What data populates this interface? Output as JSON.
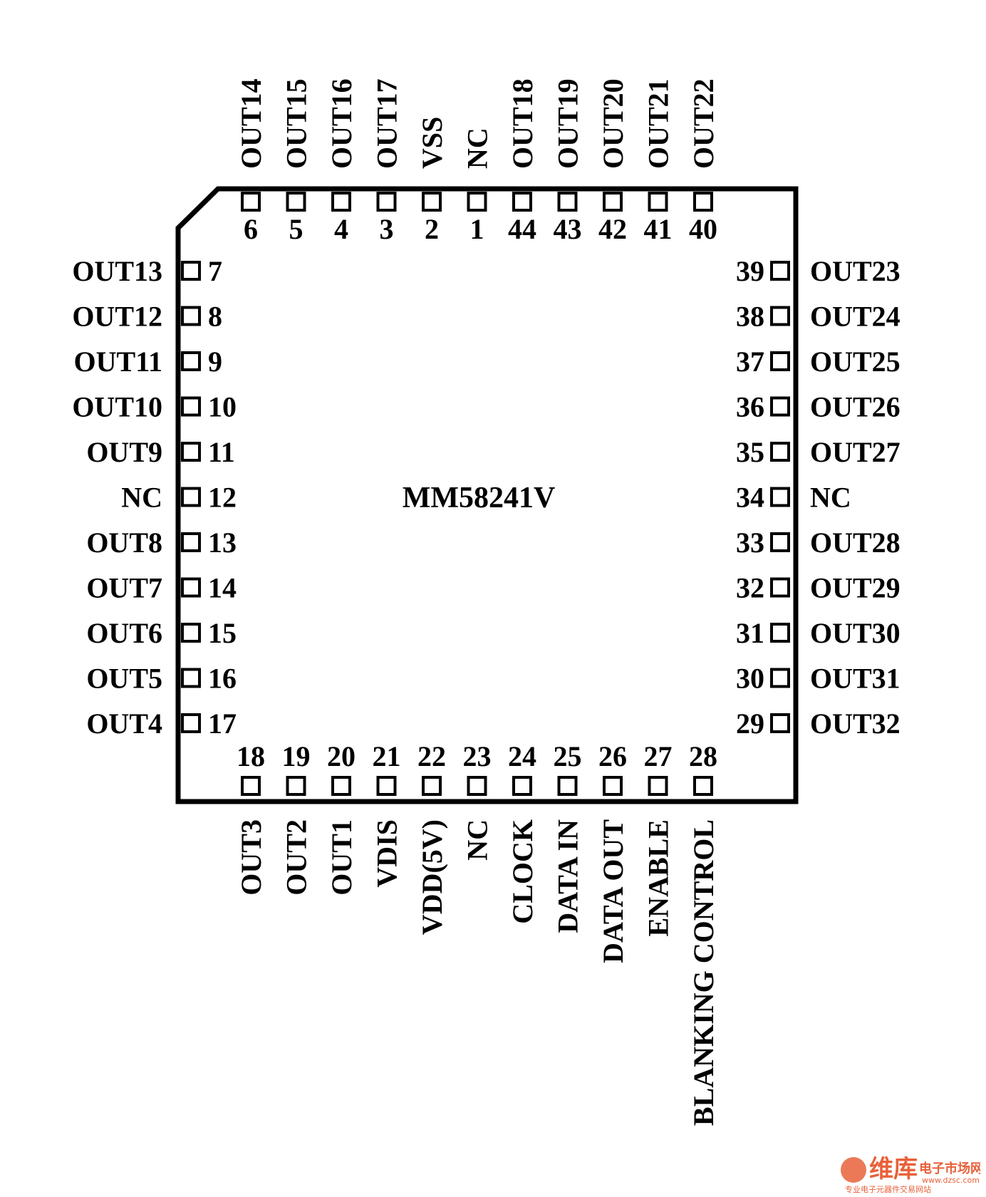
{
  "chip": {
    "part_number": "MM58241V"
  },
  "pins": [
    {
      "num": "1",
      "label": "NC"
    },
    {
      "num": "2",
      "label": "VSS"
    },
    {
      "num": "3",
      "label": "OUT17"
    },
    {
      "num": "4",
      "label": "OUT16"
    },
    {
      "num": "5",
      "label": "OUT15"
    },
    {
      "num": "6",
      "label": "OUT14"
    },
    {
      "num": "7",
      "label": "OUT13"
    },
    {
      "num": "8",
      "label": "OUT12"
    },
    {
      "num": "9",
      "label": "OUT11"
    },
    {
      "num": "10",
      "label": "OUT10"
    },
    {
      "num": "11",
      "label": "OUT9"
    },
    {
      "num": "12",
      "label": "NC"
    },
    {
      "num": "13",
      "label": "OUT8"
    },
    {
      "num": "14",
      "label": "OUT7"
    },
    {
      "num": "15",
      "label": "OUT6"
    },
    {
      "num": "16",
      "label": "OUT5"
    },
    {
      "num": "17",
      "label": "OUT4"
    },
    {
      "num": "18",
      "label": "OUT3"
    },
    {
      "num": "19",
      "label": "OUT2"
    },
    {
      "num": "20",
      "label": "OUT1"
    },
    {
      "num": "21",
      "label": "VDIS"
    },
    {
      "num": "22",
      "label": "VDD(5V)"
    },
    {
      "num": "23",
      "label": "NC"
    },
    {
      "num": "24",
      "label": "CLOCK"
    },
    {
      "num": "25",
      "label": "DATA IN"
    },
    {
      "num": "26",
      "label": "DATA OUT"
    },
    {
      "num": "27",
      "label": "ENABLE"
    },
    {
      "num": "28",
      "label": "BLANKING CONTROL"
    },
    {
      "num": "29",
      "label": "OUT32"
    },
    {
      "num": "30",
      "label": "OUT31"
    },
    {
      "num": "31",
      "label": "OUT30"
    },
    {
      "num": "32",
      "label": "OUT29"
    },
    {
      "num": "33",
      "label": "OUT28"
    },
    {
      "num": "34",
      "label": "NC"
    },
    {
      "num": "35",
      "label": "OUT27"
    },
    {
      "num": "36",
      "label": "OUT26"
    },
    {
      "num": "37",
      "label": "OUT25"
    },
    {
      "num": "38",
      "label": "OUT24"
    },
    {
      "num": "39",
      "label": "OUT23"
    },
    {
      "num": "40",
      "label": "OUT22"
    },
    {
      "num": "41",
      "label": "OUT21"
    },
    {
      "num": "42",
      "label": "OUT20"
    },
    {
      "num": "43",
      "label": "OUT19"
    },
    {
      "num": "44",
      "label": "OUT18"
    }
  ],
  "watermark": {
    "brand": "维库",
    "tagline": "电子市场网",
    "slogan": "专业电子元器件交易网站",
    "site": "www.dzsc.com",
    "color": "#e8613a"
  }
}
